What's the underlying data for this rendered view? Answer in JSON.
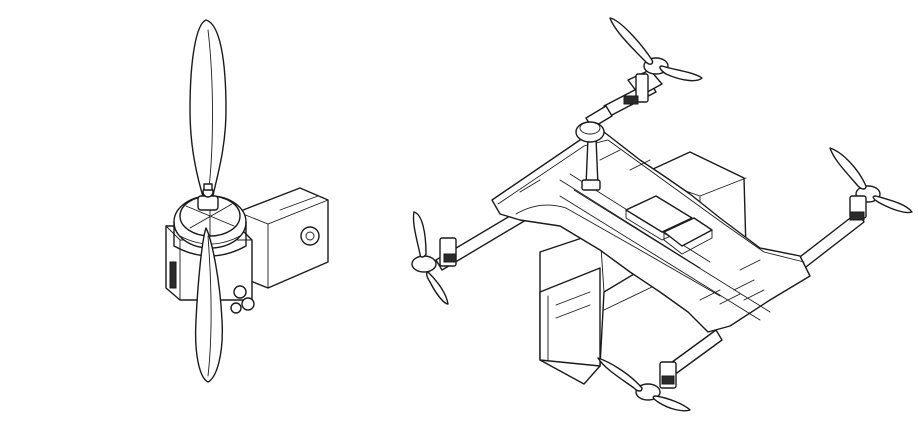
{
  "figure": {
    "panels": [
      {
        "id": "left",
        "depicts": "propeller-motor-mount-assembly"
      },
      {
        "id": "right",
        "depicts": "quadcopter-with-cargo-pods"
      }
    ],
    "colors": {
      "line": "#1a1a1a",
      "background": "#ffffff",
      "shade": "#d9d9d9"
    }
  }
}
